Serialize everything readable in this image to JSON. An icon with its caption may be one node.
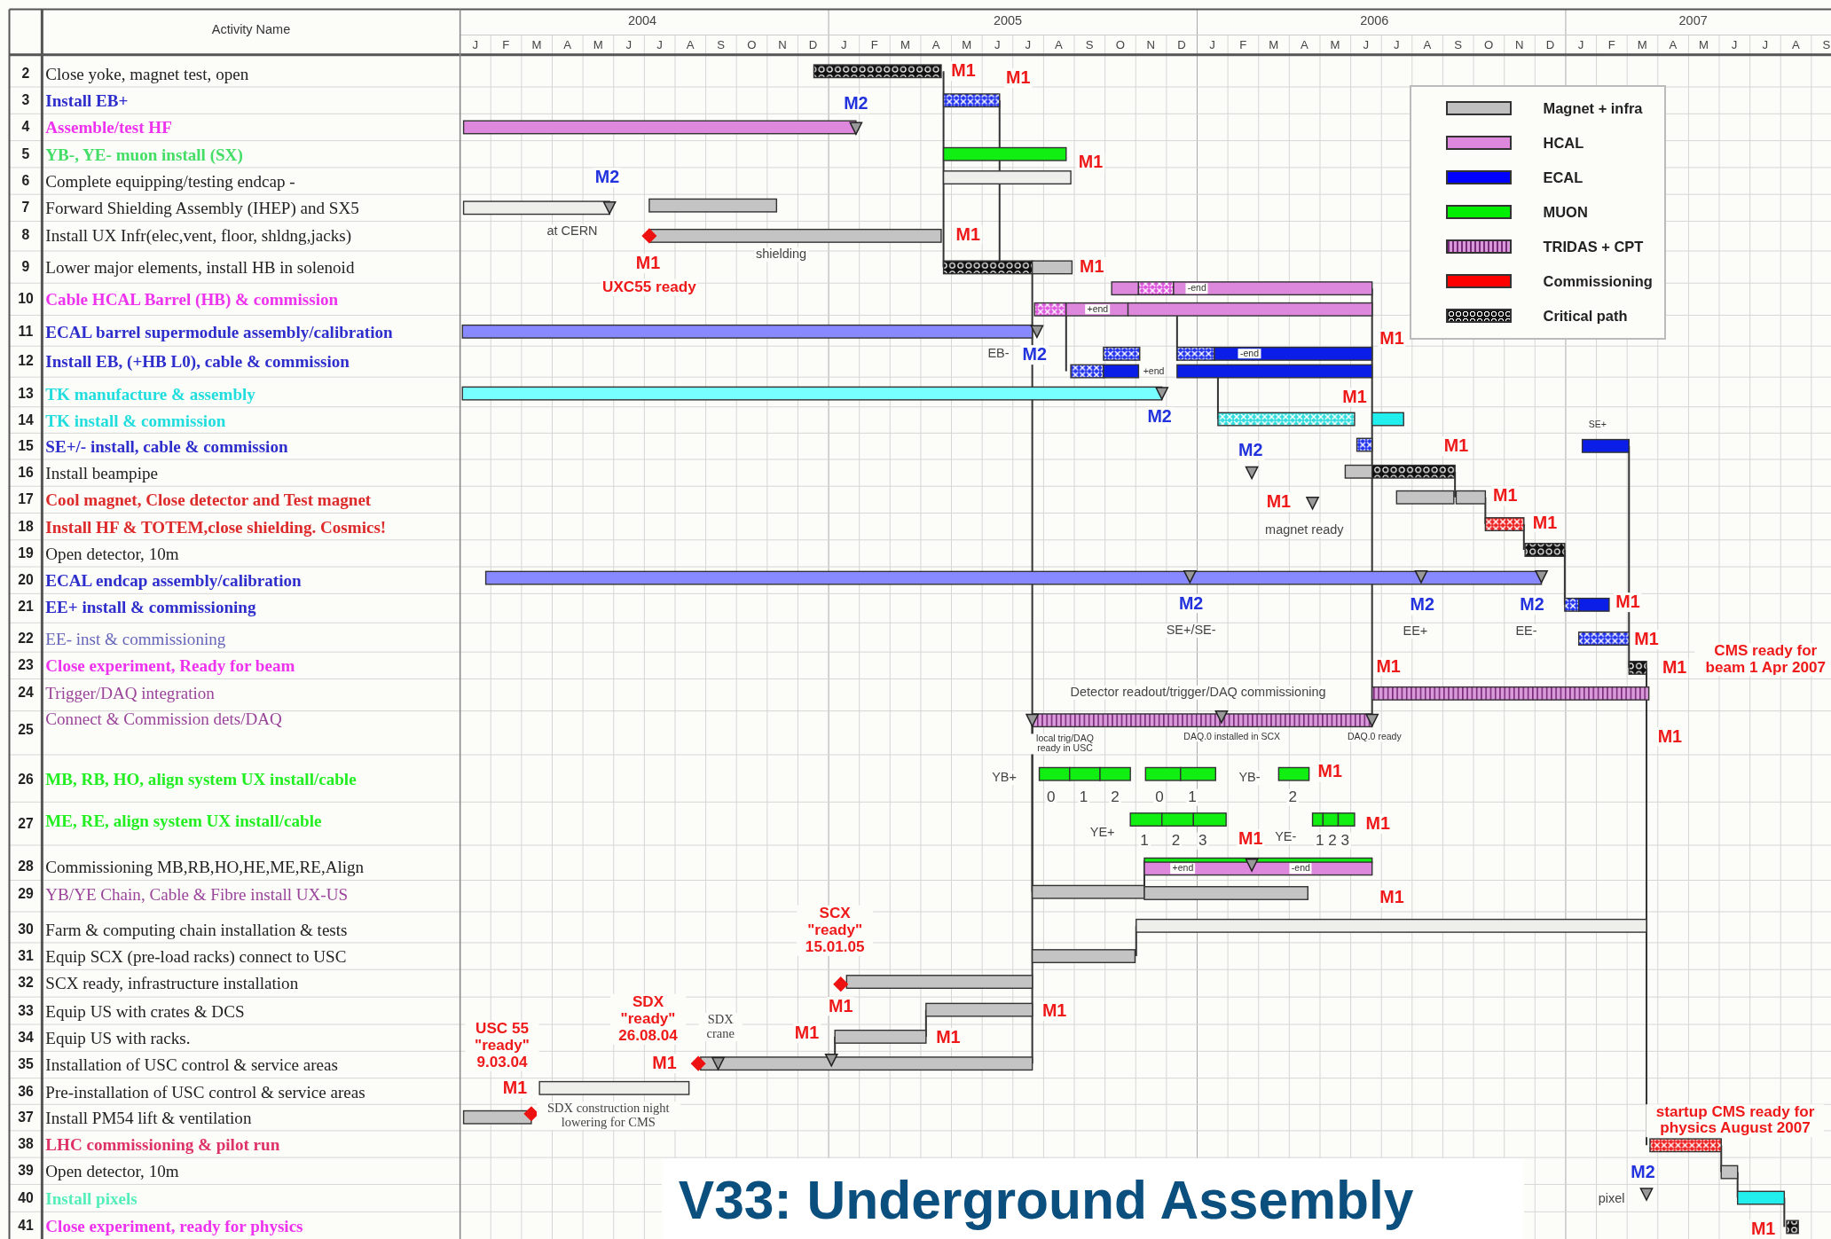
{
  "diagram": {
    "title": "V33: Underground Assembly",
    "labels": [
      "Activity Name",
      "2004",
      "2005",
      "2006",
      "2007",
      "J",
      "F",
      "M",
      "A",
      "M",
      "J",
      "J",
      "A",
      "S",
      "O",
      "N",
      "D",
      "J",
      "F",
      "M",
      "A",
      "M",
      "J",
      "J",
      "A",
      "S",
      "O",
      "N",
      "D",
      "J",
      "F",
      "M",
      "A",
      "M",
      "J",
      "J",
      "A",
      "S",
      "O",
      "N",
      "D",
      "J",
      "F",
      "M",
      "A",
      "M",
      "J",
      "J",
      "A",
      "S",
      "2",
      "Close yoke, magnet test, open",
      "3",
      "Install EB+",
      "4",
      "Assemble/test HF",
      "5",
      "YB-, YE- muon install (SX)",
      "6",
      "Complete equipping/testing endcap -",
      "7",
      "Forward Shielding Assembly (IHEP) and  SX5",
      "8",
      "Install UX Infr(elec,vent, floor, shldng,jacks)",
      "9",
      "Lower major elements, install HB in solenoid",
      "10",
      "Cable HCAL Barrel (HB)  & commission",
      "11",
      "ECAL barrel supermodule assembly/calibration",
      "12",
      "Install EB, (+HB L0), cable & commission",
      "13",
      "TK manufacture & assembly",
      "14",
      "TK install & commission",
      "15",
      "SE+/- install, cable & commission",
      "16",
      "Install beampipe",
      "17",
      "Cool magnet, Close detector and Test magnet",
      "18",
      "Install HF & TOTEM,close shielding. Cosmics!",
      "19",
      "Open detector, 10m",
      "20",
      "ECAL endcap assembly/calibration",
      "21",
      "EE+ install & commissioning",
      "22",
      "EE-  inst & commissioning",
      "23",
      "Close experiment, Ready for beam",
      "24",
      "Trigger/DAQ integration",
      "25",
      "Connect & Commission dets/DAQ",
      "26",
      "MB, RB, HO, align system UX install/cable",
      "27",
      "ME, RE, align system UX install/cable",
      "28",
      "Commissioning MB,RB,HO,HE,ME,RE,Align",
      "29",
      "YB/YE Chain, Cable & Fibre install UX-US",
      "30",
      "Farm & computing chain installation & tests",
      "31",
      "Equip SCX  (pre-load racks) connect to  USC",
      "32",
      "SCX ready, infrastructure installation",
      "33",
      "Equip US with crates & DCS",
      "34",
      "Equip US with racks.",
      "35",
      "Installation of USC control & service areas",
      "36",
      "Pre-installation of USC control & service areas",
      "37",
      "Install PM54 lift & ventilation",
      "38",
      "LHC commissioning & pilot run",
      "39",
      "Open detector, 10m",
      "40",
      "Install pixels",
      "41",
      "Close experiment, ready for physics",
      "M1",
      "M1",
      "M2",
      "M1",
      "M2",
      "at CERN",
      "M1",
      "shielding",
      "M1",
      "M1",
      "UXC55 ready",
      "-end",
      "+end",
      "M1",
      "EB-",
      "M2",
      "-end",
      "+end",
      "M1",
      "M2",
      "SE+",
      "M2",
      "M1",
      "M1",
      "M1",
      "M1",
      "magnet ready",
      "M2",
      "M2",
      "M2",
      "M1",
      "SE+/SE-",
      "EE+",
      "EE-",
      "M1",
      "CMS ready for beam 1 Apr 2007",
      "M1",
      "M1",
      "Detector readout/trigger/DAQ commissioning",
      "local trig/DAQ ready in USC",
      "DAQ.0 installed in SCX",
      "DAQ.0 ready",
      "M1",
      "YB+",
      "YB-",
      "M1",
      "0",
      "1",
      "2",
      "0",
      "1",
      "2",
      "M1",
      "YE+",
      "1",
      "2",
      "3",
      "M1",
      "YE-",
      "1 2 3",
      "+end",
      "-end",
      "M1",
      "SCX \"ready\" 15.01.05",
      "M1",
      "M1",
      "SDX \"ready\" 26.08.04",
      "SDX crane",
      "M1",
      "M1",
      "USC 55 \"ready\" 9.03.04",
      "M1",
      "M1",
      "SDX construction night lowering for CMS",
      "startup CMS ready for physics August 2007",
      "M2",
      "pixel",
      "M1"
    ],
    "legend": [
      {
        "text": "Magnet + infra",
        "color": "#c0c0c0"
      },
      {
        "text": "HCAL",
        "color": "#dd88dd"
      },
      {
        "text": "ECAL",
        "color": "#0000ff"
      },
      {
        "text": "MUON",
        "color": "#00ee00"
      },
      {
        "text": "TRIDAS + CPT"
      },
      {
        "text": "Commissioning",
        "color": "#ff0000"
      },
      {
        "text": "Critical path"
      }
    ]
  }
}
